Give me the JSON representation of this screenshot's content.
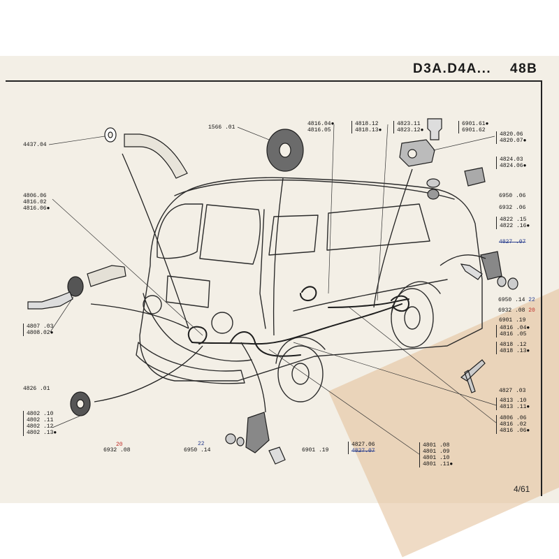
{
  "header": {
    "model": "D3A.D4A...",
    "plate": "48B"
  },
  "footer": {
    "page_ref": "4/61"
  },
  "labels": {
    "l4437": "4437.04",
    "l1566": "1566 .01",
    "g4816a": [
      "4816.04●",
      "4816.05"
    ],
    "g4818a": [
      "4818.12",
      "4818.13●"
    ],
    "g4823": [
      "4823.11",
      "4823.12●"
    ],
    "g6901a": [
      "6901.61●",
      "6901.62"
    ],
    "g4820": [
      "4820.06",
      "4820.07●"
    ],
    "g4824": [
      "4824.03",
      "4824.06●"
    ],
    "l6950a": "6950 .06",
    "l6932a": "6932 .06",
    "g4806a": [
      "4806.06",
      "4816.02",
      "4816.06●"
    ],
    "g4822": [
      "4822 .15",
      "4822 .16●"
    ],
    "l4827_07": "4827 .07",
    "l6950b": "6950 .14",
    "l6950b_note": "22",
    "l6932b": "6932 .08",
    "l6932b_note": "20",
    "l6901_19a": "6901 .19",
    "g4816b": [
      "4816 .04●",
      "4816 .05"
    ],
    "g4818b": [
      "4818 .12",
      "4818 .13●"
    ],
    "g4807": [
      "4807 .03",
      "4808.02●"
    ],
    "l4826": "4826 .01",
    "g4802": [
      "4802 .10",
      "4802 .11",
      "4802 .12",
      "4802 .13●"
    ],
    "l4827_03": "4827 .03",
    "g4813": [
      "4813 .10",
      "4813 .11●"
    ],
    "g4806b": [
      "4806 .06",
      "4816 .02",
      "4816 .06●"
    ],
    "l6932c": "6932 .08",
    "l6932c_note": "20",
    "l6950c": "6950 .14",
    "l6950c_note": "22",
    "l6901_19b": "6901 .19",
    "g4827_06": [
      "4827.06",
      "4827.07"
    ],
    "g4801": [
      "4801 .08",
      "4801 .09",
      "4801 .10",
      "4801 .11●"
    ]
  },
  "colors": {
    "paper": "#f3efe6",
    "ink": "#1a1a1a",
    "tape": "#e2be96",
    "correction_red": "#c0302b",
    "correction_blue": "#2a3f8f"
  }
}
